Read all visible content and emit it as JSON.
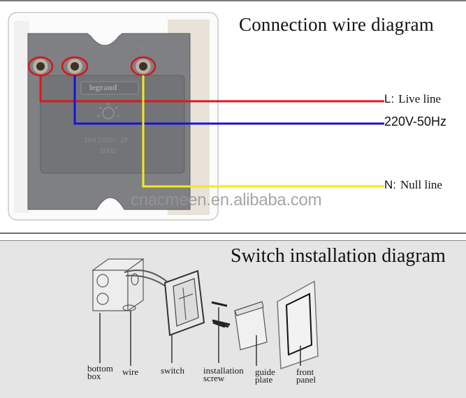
{
  "connection_diagram": {
    "title": "Connection wire diagram",
    "terminals": [
      {
        "marking": "L",
        "wire_color": "#e0161b"
      },
      {
        "marking": "L",
        "wire_color": "#1414d8"
      },
      {
        "marking": "N",
        "wire_color": "#f2ea1a"
      }
    ],
    "device_brand": "legrand",
    "device_rating_line1": "16A 220V~ 1P",
    "device_rating_line2": "50Hz",
    "wires": [
      {
        "code": "L:",
        "name": "Live line",
        "color": "#e0161b"
      },
      {
        "code": "",
        "name": "220V-50Hz",
        "color": "#1414d8"
      },
      {
        "code": "N:",
        "name": "Null line",
        "color": "#f2ea1a"
      }
    ],
    "watermark": "cnacmeen.en.alibaba.com",
    "highlight_color": "#d8141c"
  },
  "installation_diagram": {
    "title": "Switch installation diagram",
    "parts": [
      {
        "id": "bottom-box",
        "label": "bottom\nbox"
      },
      {
        "id": "wire",
        "label": "wire"
      },
      {
        "id": "switch",
        "label": "switch"
      },
      {
        "id": "installation-screw",
        "label": "installation\nscrew"
      },
      {
        "id": "guide-plate",
        "label": "guide\nplate"
      },
      {
        "id": "front-panel",
        "label": "front\npanel"
      }
    ]
  }
}
